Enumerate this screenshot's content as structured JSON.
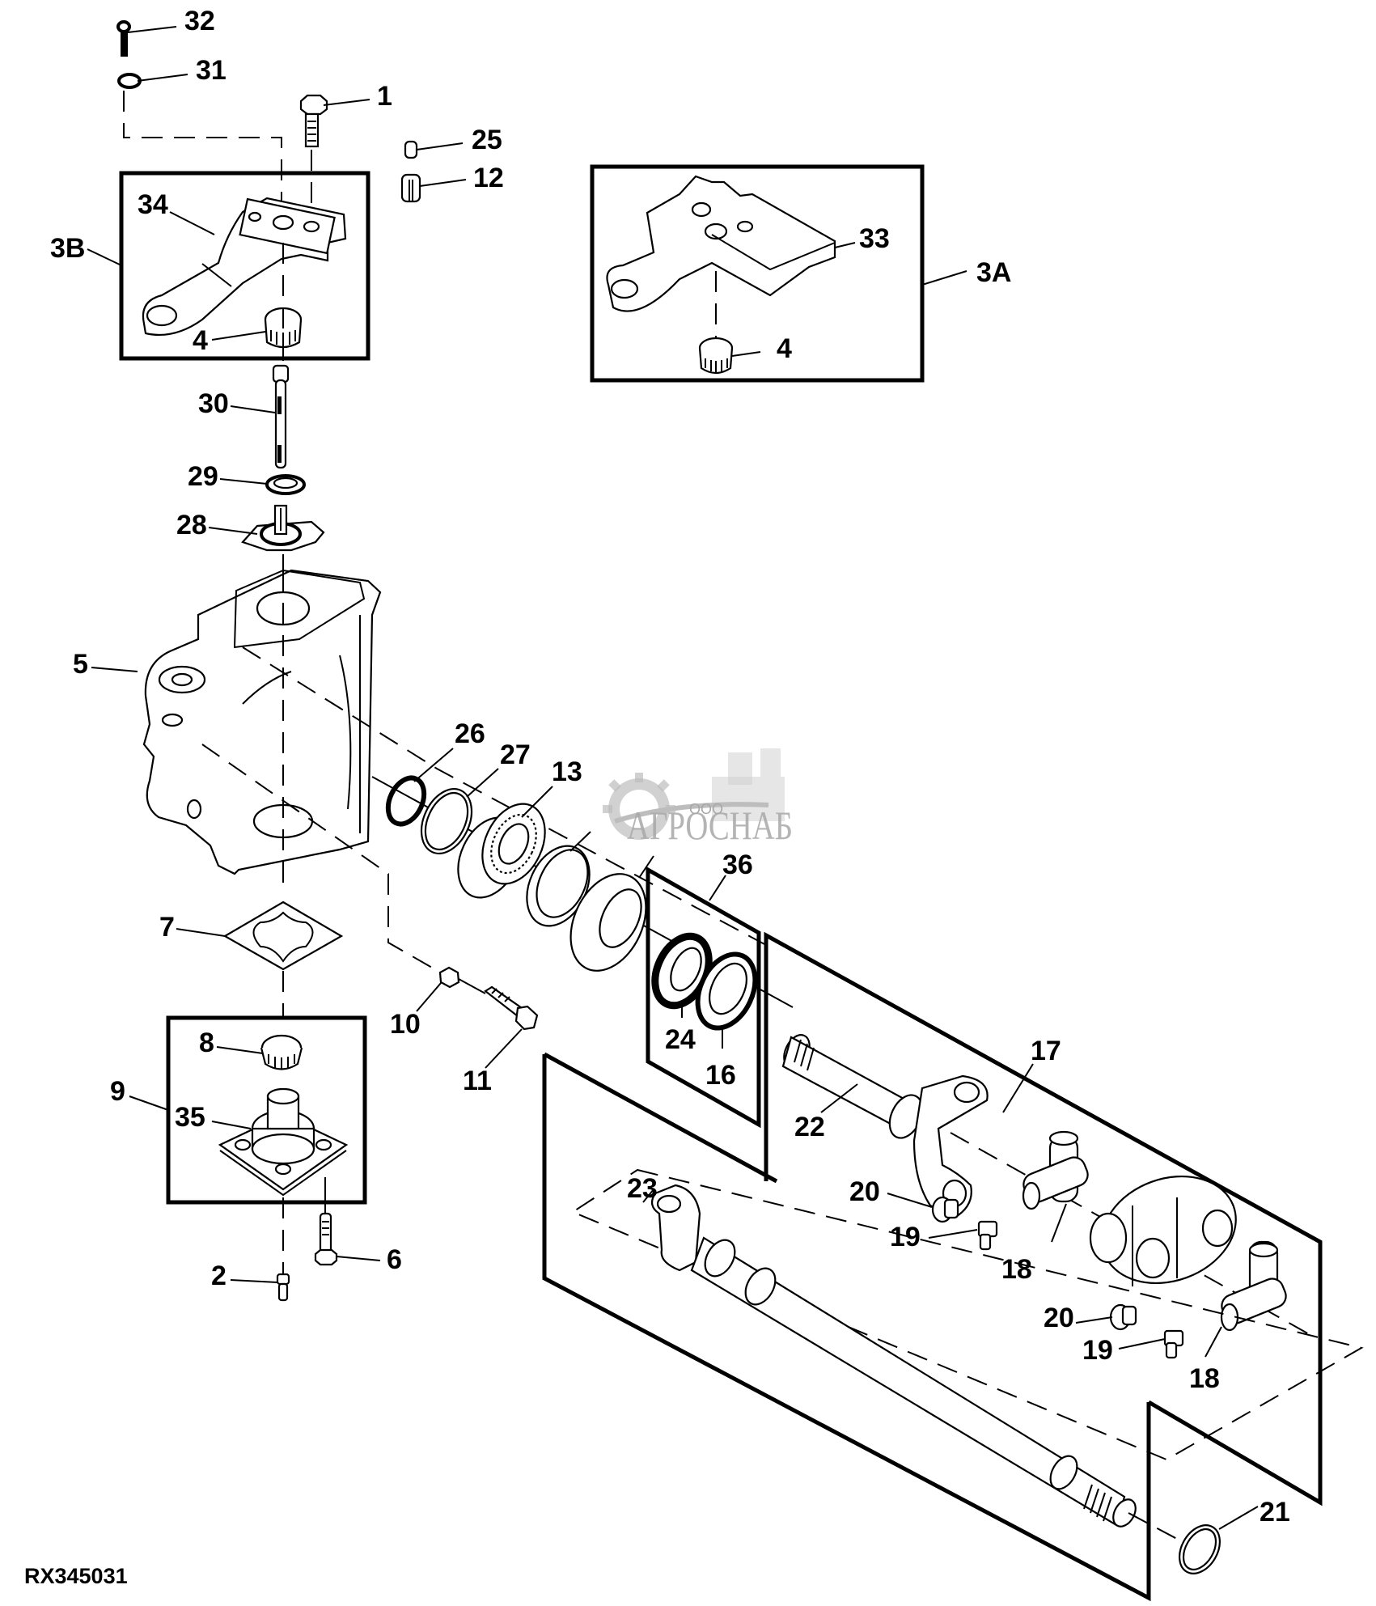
{
  "diagram": {
    "title": "Exploded parts diagram - front axle steering knuckle and axle shaft",
    "figure_code": "RX345031",
    "watermark": {
      "company_prefix": "ООО",
      "company_name": "АГРОСНАБ"
    },
    "callouts": {
      "c1": "1",
      "c2": "2",
      "c3A": "3A",
      "c3B": "3B",
      "c4a": "4",
      "c4b": "4",
      "c5": "5",
      "c6": "6",
      "c7": "7",
      "c8": "8",
      "c9": "9",
      "c10": "10",
      "c11": "11",
      "c12": "12",
      "c13": "13",
      "c16": "16",
      "c17": "17",
      "c18a": "18",
      "c18b": "18",
      "c19a": "19",
      "c19b": "19",
      "c20a": "20",
      "c20b": "20",
      "c21": "21",
      "c22": "22",
      "c23": "23",
      "c24": "24",
      "c25": "25",
      "c26": "26",
      "c27": "27",
      "c28": "28",
      "c29": "29",
      "c30": "30",
      "c31": "31",
      "c32": "32",
      "c33": "33",
      "c34": "34",
      "c35": "35",
      "c36": "36"
    }
  }
}
